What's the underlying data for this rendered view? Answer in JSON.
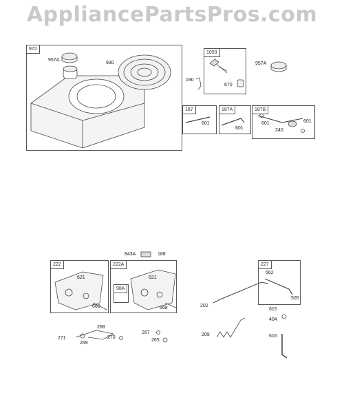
{
  "watermark": "AppliancePartsPros.com",
  "boxes": [
    {
      "id": "box-972",
      "label": "972"
    },
    {
      "id": "box-1059",
      "label": "1059"
    },
    {
      "id": "box-187",
      "label": "187"
    },
    {
      "id": "box-187a",
      "label": "187A"
    },
    {
      "id": "box-187b",
      "label": "187B"
    },
    {
      "id": "box-222",
      "label": "222"
    },
    {
      "id": "box-222a",
      "label": "222A"
    },
    {
      "id": "box-98a",
      "label": "98A"
    },
    {
      "id": "box-227",
      "label": "227"
    }
  ],
  "parts": {
    "p957a_1": "957A",
    "p930": "930",
    "p190": "190",
    "p670": "670",
    "p957a_2": "957A",
    "p601_1": "601",
    "p601_2": "601",
    "p601_3": "601",
    "p601_4": "601",
    "p240": "240",
    "p843a": "843A",
    "p188": "188",
    "p621_1": "621",
    "p668_1": "668",
    "p621_2": "621",
    "p668_2": "668",
    "p268": "268",
    "p271": "271",
    "p269": "269",
    "p270": "270",
    "p267": "267",
    "p265": "265",
    "p202": "202",
    "p209": "209",
    "p562": "562",
    "p505": "505",
    "p615": "615",
    "p404": "404",
    "p616": "616"
  }
}
